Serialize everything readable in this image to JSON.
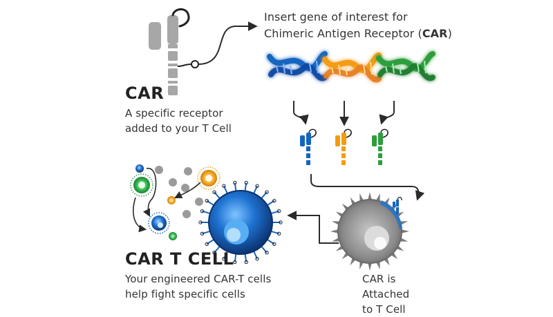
{
  "insert": {
    "line1": "Insert gene of interest for",
    "line2_prefix": "Chimeric Antigen Receptor (",
    "line2_abbr": "CAR",
    "line2_suffix": ")"
  },
  "car": {
    "title": "CAR",
    "desc_line1": "A specific receptor",
    "desc_line2": "added to your T Cell"
  },
  "car_t_cell": {
    "title": "CAR T CELL",
    "desc_line1": "Your engineered CAR-T cells",
    "desc_line2": "help fight specific cells"
  },
  "attached": {
    "line1": "CAR is Attached",
    "line2": "to T Cell"
  },
  "colors": {
    "dna_blue": "#1565c0",
    "dna_orange": "#f39c12",
    "dna_green": "#2e9e3e",
    "receptor_gray": "#a7a7a7",
    "t_cell_gray": "#8c8c8c",
    "car_t_blue": "#1a66c8",
    "arrow": "#2a2a2a"
  }
}
